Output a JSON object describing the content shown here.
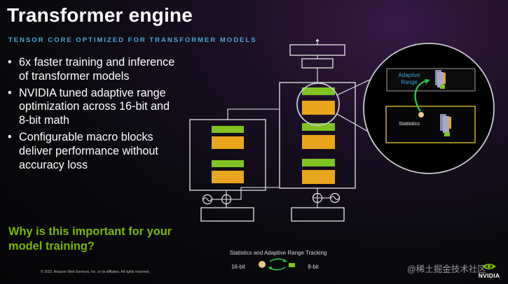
{
  "slide": {
    "title": "Transformer engine",
    "subtitle": "TENSOR CORE OPTIMIZED FOR TRANSFORMER MODELS",
    "bullets": [
      "6x faster training and inference of transformer models",
      "NVIDIA tuned adaptive range optimization across 16-bit and 8-bit math",
      "Configurable macro blocks deliver performance without accuracy loss"
    ],
    "bullet_symbol": "•",
    "question": "Why is this important for your model training?",
    "copyright": "© 2022, Amazon Web Services, Inc. or its affiliates. All rights reserved."
  },
  "diagram": {
    "callout": {
      "adaptive_range_label": "Adaptive Range",
      "statistics_label": "Statistics"
    },
    "legend": {
      "title": "Statistics and Adaptive Range Tracking",
      "left_label": "16-bit",
      "right_label": "8-bit"
    },
    "colors": {
      "fp8_block": "#7ec322",
      "fp16_block": "#e9a51d",
      "highlight_ring": "#c8ccd0",
      "statistics_box": "#b9a52a",
      "cycle_arrow": "#2ec24a",
      "dot": "#e9c78c"
    },
    "icons": [
      "sinusoid-icon",
      "adder-icon",
      "cycle-arrows-icon",
      "gpu-chip-icon"
    ]
  },
  "watermark": "@稀土掘金技术社区",
  "logo": {
    "text": "NVIDIA",
    "accent": "#76b900"
  }
}
